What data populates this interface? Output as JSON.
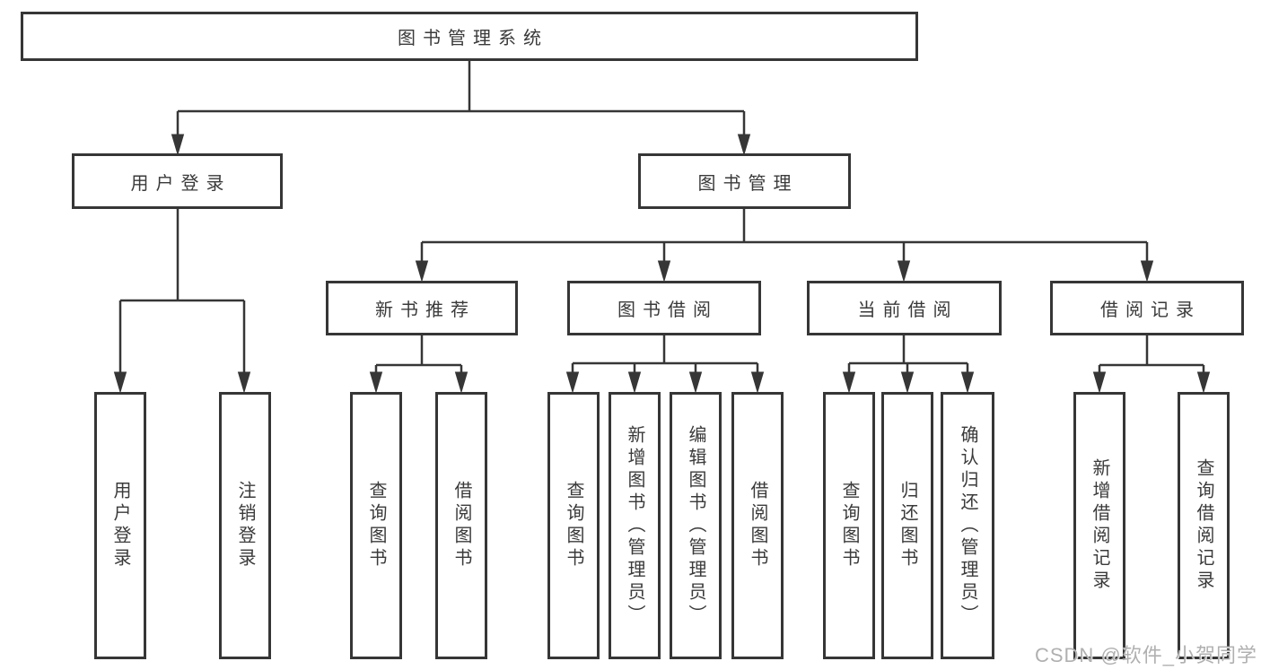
{
  "tree": {
    "root": {
      "label": "图书管理系统"
    },
    "branches": [
      {
        "label": "用户登录",
        "children": [
          {
            "label": "用户登录"
          },
          {
            "label": "注销登录"
          }
        ]
      },
      {
        "label": "图书管理",
        "children": [
          {
            "label": "新书推荐",
            "children": [
              {
                "label": "查询图书"
              },
              {
                "label": "借阅图书"
              }
            ]
          },
          {
            "label": "图书借阅",
            "children": [
              {
                "label": "查询图书"
              },
              {
                "label": "新增图书（管理员）"
              },
              {
                "label": "编辑图书（管理员）"
              },
              {
                "label": "借阅图书"
              }
            ]
          },
          {
            "label": "当前借阅",
            "children": [
              {
                "label": "查询图书"
              },
              {
                "label": "归还图书"
              },
              {
                "label": "确认归还（管理员）"
              }
            ]
          },
          {
            "label": "借阅记录",
            "children": [
              {
                "label": "新增借阅记录"
              },
              {
                "label": "查询借阅记录"
              }
            ]
          }
        ]
      }
    ]
  },
  "watermark": {
    "text": "CSDN @软件_小贺同学"
  },
  "colors": {
    "line": "#363636",
    "box_border": "#363636",
    "text": "#3a3a3a",
    "background": "#ffffff",
    "watermark": "#b0b0b0"
  }
}
